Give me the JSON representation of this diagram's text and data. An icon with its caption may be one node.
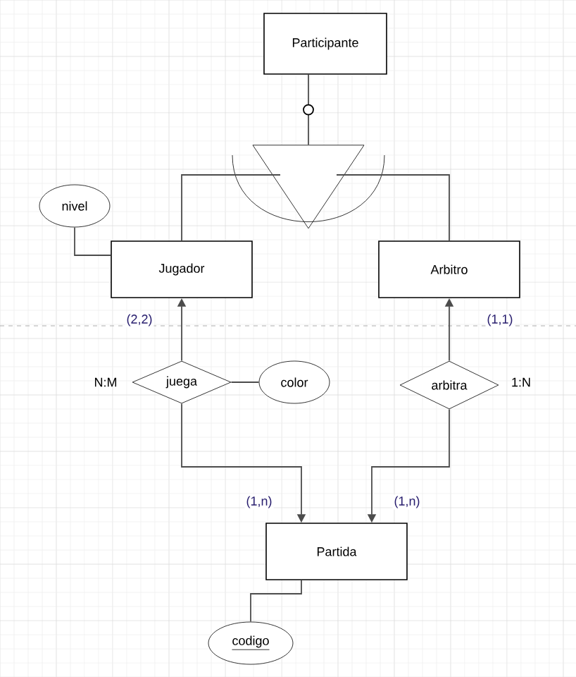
{
  "diagram": {
    "nodes": [
      {
        "text": [
          "Participante"
        ]
      },
      {
        "text": [],
        "shape": "triangle"
      },
      {
        "text": [
          "nivel"
        ]
      },
      {
        "text": [
          "Jugador"
        ]
      },
      {
        "text": [
          "Arbitro"
        ]
      },
      {
        "text": [
          "juega"
        ],
        "beside": [
          "N:M"
        ]
      },
      {
        "text": [
          "color"
        ]
      },
      {
        "text": [
          "arbitra"
        ],
        "beside": [
          "1:N"
        ]
      },
      {
        "text": [
          "Partida"
        ]
      },
      {
        "text": [
          "codigo"
        ]
      }
    ],
    "edges": [
      {
        "from": 0,
        "to": 1,
        "arrow": "none"
      },
      {
        "from": 1,
        "to": 3,
        "arrow": "none"
      },
      {
        "from": 1,
        "to": 4,
        "arrow": "none"
      },
      {
        "from": 2,
        "to": 3,
        "arrow": "none"
      },
      {
        "from": 5,
        "to": 3,
        "arrow": "to",
        "label": "(2,2)"
      },
      {
        "from": 7,
        "to": 4,
        "arrow": "to",
        "label": "(1,1)"
      },
      {
        "from": 5,
        "to": 6,
        "arrow": "none"
      },
      {
        "from": 5,
        "to": 8,
        "arrow": "to",
        "label": "(1,n)"
      },
      {
        "from": 7,
        "to": 8,
        "arrow": "to",
        "label": "(1,n)"
      },
      {
        "from": 8,
        "to": 9,
        "arrow": "none"
      }
    ]
  }
}
